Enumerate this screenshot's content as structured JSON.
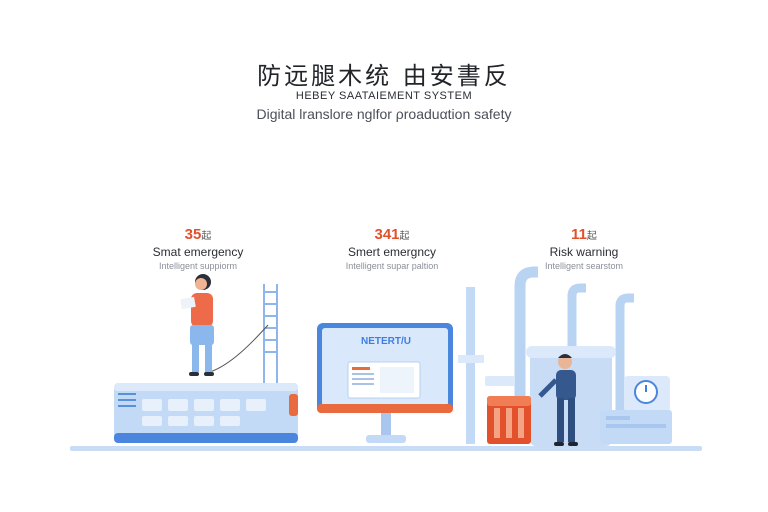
{
  "header": {
    "title": "防远腿木统 由安書反",
    "subtitle": "HEBEY SAATAIEMENT SYSTEM",
    "tagline": "Digital lranslore nglfor ρroaduαtion safety"
  },
  "stats": [
    {
      "value": "35",
      "unit": "起",
      "label": "Smat emergency",
      "sub": "Intelligent suppiorm"
    },
    {
      "value": "341",
      "unit": "起",
      "label": "Smert emergncy",
      "sub": "Intelligent supar paltion"
    },
    {
      "value": "11",
      "unit": "起",
      "label": "Risk warning",
      "sub": "Intelligent searstom"
    }
  ],
  "monitor": {
    "title": "NETERT/U"
  },
  "colors": {
    "accent_orange": "#e2512c",
    "machine_blue": "#b9d3f3",
    "deep_blue": "#3d7fe0",
    "ground": "#c9dcf5"
  }
}
